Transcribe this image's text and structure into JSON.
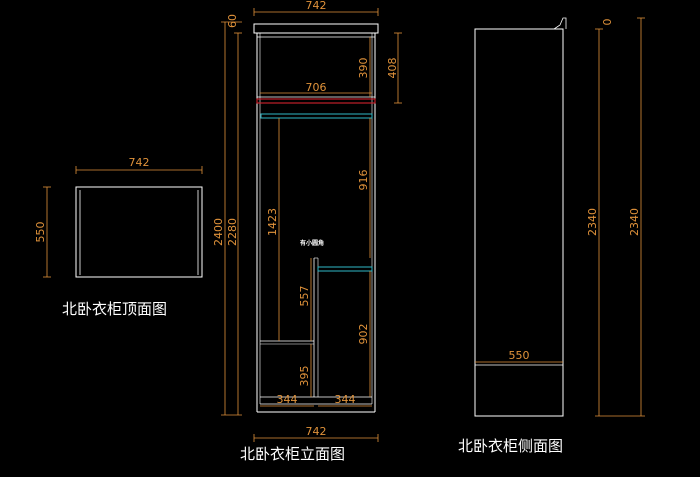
{
  "colors": {
    "background": "#000000",
    "outline": "#ffffff",
    "dimension": "#e0923a",
    "rod": "#2fb7c6",
    "rail": "#c0202a"
  },
  "titles": {
    "top_view": "北卧衣柜顶面图",
    "front_view": "北卧衣柜立面图",
    "side_view": "北卧衣柜侧面图"
  },
  "note": "有小圆角",
  "top_view": {
    "width": "742",
    "depth": "550"
  },
  "front_view": {
    "top_width": "742",
    "bottom_width": "742",
    "inner_width": "706",
    "top_gap": "60",
    "total_height": "2400",
    "body_height": "2280",
    "upper_compartment": "390",
    "upper_with_top": "408",
    "hanging_upper": "916",
    "hanging_left": "1423",
    "left_mid": "557",
    "left_low": "395",
    "right_low": "902",
    "bottom_left": "344",
    "bottom_right": "344"
  },
  "side_view": {
    "height_inner": "2340",
    "height_outer": "2340",
    "depth": "550",
    "top_offset": "0"
  }
}
